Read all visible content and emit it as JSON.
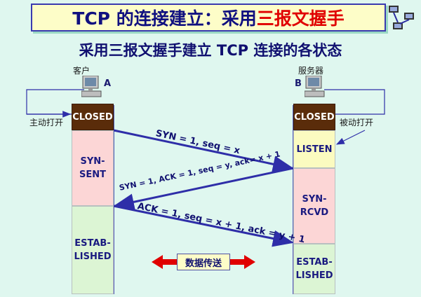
{
  "title": {
    "prefix": "TCP 的连接建立：采用",
    "highlight": "三报文握手"
  },
  "subtitle": "采用三报文握手建立 TCP 连接的各状态",
  "client": {
    "label": "客户",
    "letter": "A",
    "action": "主动打开",
    "states": [
      {
        "name": "CLOSED"
      },
      {
        "name": "SYN-\nSENT"
      },
      {
        "name": "ESTAB-\nLISHED"
      }
    ]
  },
  "server": {
    "label": "服务器",
    "letter": "B",
    "action": "被动打开",
    "states": [
      {
        "name": "CLOSED"
      },
      {
        "name": "LISTEN"
      },
      {
        "name": "SYN-\nRCVD"
      },
      {
        "name": "ESTAB-\nLISHED"
      }
    ]
  },
  "messages": [
    {
      "text": "SYN = 1, seq = x",
      "direction": "A→B"
    },
    {
      "text": "SYN = 1, ACK = 1, seq = y, ack= x + 1",
      "direction": "B→A"
    },
    {
      "text": "ACK = 1, seq = x + 1, ack = y + 1",
      "direction": "A→B"
    }
  ],
  "data_transfer": "数据传送",
  "colors": {
    "arrow": "#2e2ea8",
    "closed_bg": "#5a2c0a",
    "syn_bg": "#fcd6d6",
    "listen_bg": "#fbfbc0",
    "estab_bg": "#dcf5d4",
    "transfer_arrow": "#e00000",
    "title_highlight": "#e00000"
  },
  "icons": {
    "client": "computer-icon",
    "server": "computer-icon",
    "corner": "network-icon"
  }
}
